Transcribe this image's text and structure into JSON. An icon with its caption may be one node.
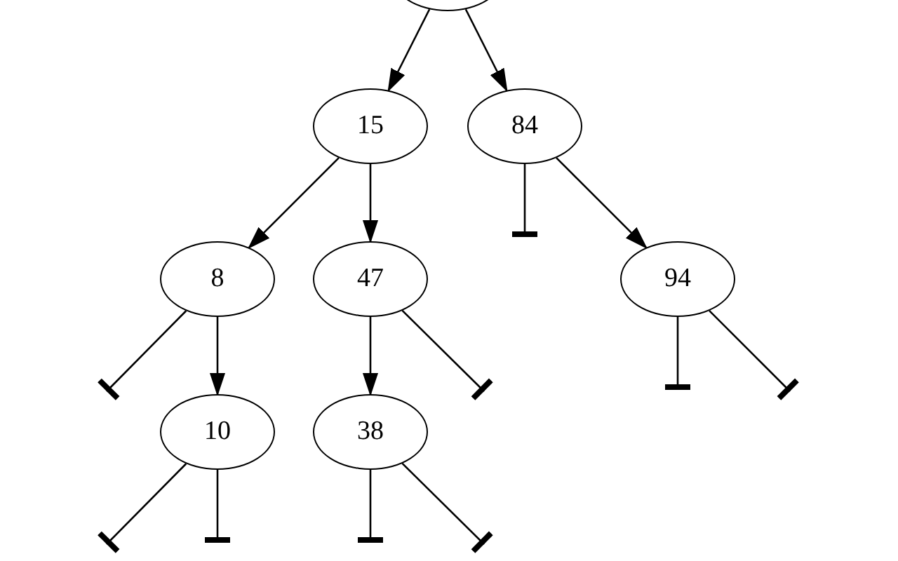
{
  "diagram": {
    "nodes": [
      {
        "text": [],
        "shape": "ellipse"
      },
      {
        "text": [
          "15"
        ]
      },
      {
        "text": [
          "84"
        ]
      },
      {
        "text": [
          "8"
        ]
      },
      {
        "text": [
          "47"
        ]
      },
      {
        "text": [
          "94"
        ]
      },
      {
        "text": [
          "10"
        ]
      },
      {
        "text": [
          "38"
        ]
      }
    ],
    "edges": [
      {
        "from": 0,
        "to": 1,
        "arrow": "to"
      },
      {
        "from": 0,
        "to": 2,
        "arrow": "to"
      },
      {
        "from": 1,
        "to": 3,
        "arrow": "to"
      },
      {
        "from": 1,
        "to": 4,
        "arrow": "to"
      },
      {
        "from": 2,
        "to": null,
        "arrow": "other"
      },
      {
        "from": 2,
        "to": 5,
        "arrow": "to"
      },
      {
        "from": 3,
        "to": null,
        "arrow": "other"
      },
      {
        "from": 3,
        "to": 6,
        "arrow": "to"
      },
      {
        "from": 4,
        "to": 7,
        "arrow": "to"
      },
      {
        "from": 4,
        "to": null,
        "arrow": "other"
      },
      {
        "from": 5,
        "to": null,
        "arrow": "other"
      },
      {
        "from": 5,
        "to": null,
        "arrow": "other"
      },
      {
        "from": 6,
        "to": null,
        "arrow": "other"
      },
      {
        "from": 6,
        "to": null,
        "arrow": "other"
      },
      {
        "from": 7,
        "to": null,
        "arrow": "other"
      },
      {
        "from": 7,
        "to": null,
        "arrow": "other"
      }
    ]
  }
}
